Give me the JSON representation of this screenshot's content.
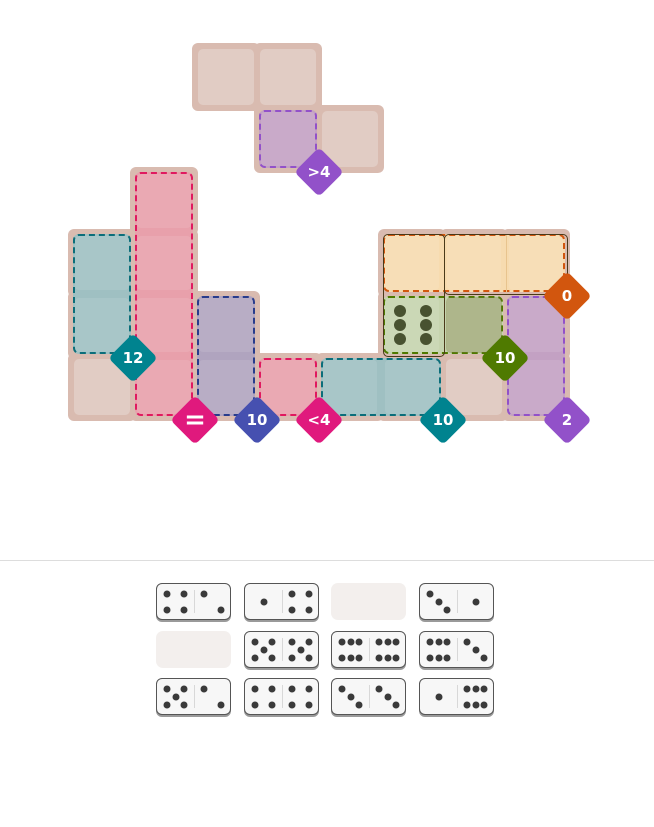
{
  "board": {
    "regions": [
      {
        "id": "purple-top",
        "label": ">4",
        "color": "#c3a1c3",
        "border": "#9251c9",
        "badge": "#9251c9"
      },
      {
        "id": "teal-left",
        "label": "12",
        "color": "#9fc0c2",
        "border": "#0b6e7a",
        "badge": "#00838f"
      },
      {
        "id": "pink-col",
        "label": "=",
        "color": "#e8a0ab",
        "border": "#e0195f",
        "badge": "#e0197d"
      },
      {
        "id": "indigo",
        "label": "10",
        "color": "#b0a4bf",
        "border": "#283c8c",
        "badge": "#4650b0"
      },
      {
        "id": "pink-small",
        "label": "<4",
        "color": "#e8a0ab",
        "border": "#e0195f",
        "badge": "#e0197d"
      },
      {
        "id": "teal-bottom",
        "label": "10",
        "color": "#9fc0c2",
        "border": "#0b6e7a",
        "badge": "#00838f"
      },
      {
        "id": "orange",
        "label": "0",
        "color": "#f7dbaf",
        "border": "#d2560e",
        "badge": "#d2560e"
      },
      {
        "id": "green",
        "label": "10",
        "color": "#c6d4ae",
        "border": "#4f7a00",
        "badge": "#4f7a00"
      },
      {
        "id": "purple-right",
        "label": "2",
        "color": "#c3a1c3",
        "border": "#9251c9",
        "badge": "#9251c9"
      }
    ],
    "placed_dominoes": [
      {
        "values": [
          0,
          6
        ]
      },
      {
        "values": [
          0,
          0
        ]
      }
    ]
  },
  "tray": {
    "dominoes": [
      {
        "values": [
          4,
          2
        ],
        "placed": false
      },
      {
        "values": [
          1,
          4
        ],
        "placed": false
      },
      {
        "values": null,
        "placed": true
      },
      {
        "values": [
          3,
          1
        ],
        "placed": false
      },
      {
        "values": null,
        "placed": true
      },
      {
        "values": [
          5,
          5
        ],
        "placed": false
      },
      {
        "values": [
          6,
          6
        ],
        "placed": false
      },
      {
        "values": [
          6,
          3
        ],
        "placed": false
      },
      {
        "values": [
          5,
          2
        ],
        "placed": false
      },
      {
        "values": [
          4,
          4
        ],
        "placed": false
      },
      {
        "values": [
          3,
          3
        ],
        "placed": false
      },
      {
        "values": [
          1,
          6
        ],
        "placed": false
      }
    ]
  }
}
